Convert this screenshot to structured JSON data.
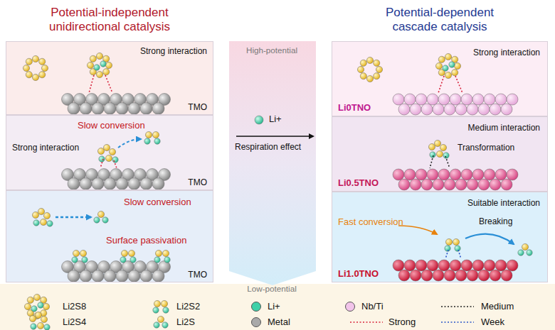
{
  "diagram": {
    "nodes": [
      {
        "text": [
          "Potential-independent unidirectional catalysis"
        ]
      },
      {
        "text": [
          "Strong interaction",
          "TMO"
        ],
        "in": 0
      },
      {
        "text": [
          "Slow conversion",
          "Strong interaction",
          "TMO"
        ],
        "in": 0
      },
      {
        "text": [
          "Slow conversion",
          "Surface passivation",
          "TMO"
        ],
        "in": 0
      },
      {
        "text": [
          "High-potential",
          "Low-potential"
        ]
      },
      {
        "text": [
          "Potential-dependent cascade catalysis"
        ]
      },
      {
        "text": [
          "Strong interaction",
          "Li0TNO"
        ],
        "in": 5
      },
      {
        "text": [
          "Medium interaction",
          "Transformation",
          "Li0.5TNO"
        ],
        "in": 5
      },
      {
        "text": [
          "Suitable interaction",
          "Fast conversion",
          "Breaking",
          "Li1.0TNO"
        ],
        "in": 5
      }
    ],
    "labels": [
      "Li+",
      "Respiration effect"
    ],
    "legend": [
      {
        "text": "Li2S8"
      },
      {
        "text": "Li2S2"
      },
      {
        "text": "Li+",
        "color": "#3fd1a8"
      },
      {
        "text": "Nb/Ti",
        "color": "#f2c4ea"
      },
      {
        "text": "Medium"
      },
      {
        "text": "Li2S4"
      },
      {
        "text": "Li2S"
      },
      {
        "text": "Metal",
        "color": "#a9a9a9"
      },
      {
        "text": "Strong"
      },
      {
        "text": "Week"
      }
    ]
  }
}
